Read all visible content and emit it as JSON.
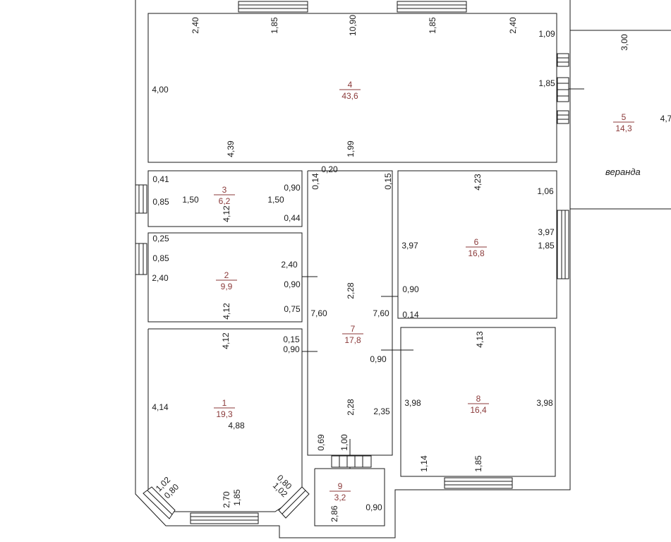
{
  "rooms": [
    {
      "id": "4",
      "number": "4",
      "area": "43,6"
    },
    {
      "id": "3",
      "number": "3",
      "area": "6,2"
    },
    {
      "id": "2",
      "number": "2",
      "area": "9,9"
    },
    {
      "id": "1",
      "number": "1",
      "area": "19,3"
    },
    {
      "id": "7",
      "number": "7",
      "area": "17,8"
    },
    {
      "id": "6",
      "number": "6",
      "area": "16,8"
    },
    {
      "id": "8",
      "number": "8",
      "area": "16,4"
    },
    {
      "id": "9",
      "number": "9",
      "area": "3,2"
    },
    {
      "id": "5",
      "number": "5",
      "area": "14,3"
    }
  ],
  "labels": {
    "veranda": "веранда"
  },
  "dims": [
    {
      "key": "r4-top-a",
      "text": "2,40",
      "rot": -90
    },
    {
      "key": "r4-top-b",
      "text": "1,85",
      "rot": -90
    },
    {
      "key": "r4-top-c",
      "text": "10,90",
      "rot": -90
    },
    {
      "key": "r4-top-d",
      "text": "1,85",
      "rot": -90
    },
    {
      "key": "r4-top-e",
      "text": "2,40",
      "rot": -90
    },
    {
      "key": "r4-right-top",
      "text": "1,09",
      "rot": 0
    },
    {
      "key": "r4-left",
      "text": "4,00",
      "rot": 0
    },
    {
      "key": "r4-right-win",
      "text": "1,85",
      "rot": 0
    },
    {
      "key": "r4-bot-a",
      "text": "4,39",
      "rot": -90
    },
    {
      "key": "r4-bot-b",
      "text": "1,99",
      "rot": -90
    },
    {
      "key": "veranda-top",
      "text": "3,00",
      "rot": -90
    },
    {
      "key": "veranda-right",
      "text": "4,7",
      "rot": 0
    },
    {
      "key": "hall-020",
      "text": "0,20",
      "rot": 0
    },
    {
      "key": "hall-014a",
      "text": "0,14",
      "rot": -90
    },
    {
      "key": "hall-015",
      "text": "0,15",
      "rot": -90
    },
    {
      "key": "r3-041",
      "text": "0,41",
      "rot": 0
    },
    {
      "key": "r3-085",
      "text": "0,85",
      "rot": 0
    },
    {
      "key": "r3-150a",
      "text": "1,50",
      "rot": 0
    },
    {
      "key": "r3-412",
      "text": "4,12",
      "rot": -90
    },
    {
      "key": "r3-150b",
      "text": "1,50",
      "rot": 0
    },
    {
      "key": "r3-090",
      "text": "0,90",
      "rot": 0
    },
    {
      "key": "r3-044",
      "text": "0,44",
      "rot": 0
    },
    {
      "key": "r6-423",
      "text": "4,23",
      "rot": -90
    },
    {
      "key": "r6-106",
      "text": "1,06",
      "rot": 0
    },
    {
      "key": "r6-397a",
      "text": "3,97",
      "rot": 0
    },
    {
      "key": "r6-397b",
      "text": "3,97",
      "rot": 0
    },
    {
      "key": "r6-185",
      "text": "1,85",
      "rot": 0
    },
    {
      "key": "r2-025",
      "text": "0,25",
      "rot": 0
    },
    {
      "key": "r2-085",
      "text": "0,85",
      "rot": 0
    },
    {
      "key": "r2-240a",
      "text": "2,40",
      "rot": 0
    },
    {
      "key": "r2-240b",
      "text": "2,40",
      "rot": 0
    },
    {
      "key": "r2-090",
      "text": "0,90",
      "rot": 0
    },
    {
      "key": "r2-412",
      "text": "4,12",
      "rot": -90
    },
    {
      "key": "r2-075",
      "text": "0,75",
      "rot": 0
    },
    {
      "key": "hall-228a",
      "text": "2,28",
      "rot": -90
    },
    {
      "key": "hall-760a",
      "text": "7,60",
      "rot": 0
    },
    {
      "key": "hall-760b",
      "text": "7,60",
      "rot": 0
    },
    {
      "key": "hall-090a",
      "text": "0,90",
      "rot": 0
    },
    {
      "key": "hall-014b",
      "text": "0,14",
      "rot": 0
    },
    {
      "key": "r1-412",
      "text": "4,12",
      "rot": -90
    },
    {
      "key": "r1-015",
      "text": "0,15",
      "rot": 0
    },
    {
      "key": "r1-090",
      "text": "0,90",
      "rot": 0
    },
    {
      "key": "r8-413",
      "text": "4,13",
      "rot": -90
    },
    {
      "key": "hall-090b",
      "text": "0,90",
      "rot": 0
    },
    {
      "key": "r1-414",
      "text": "4,14",
      "rot": 0
    },
    {
      "key": "r1-488",
      "text": "4,88",
      "rot": 0
    },
    {
      "key": "r8-398a",
      "text": "3,98",
      "rot": 0
    },
    {
      "key": "r8-398b",
      "text": "3,98",
      "rot": 0
    },
    {
      "key": "hall-228b",
      "text": "2,28",
      "rot": -90
    },
    {
      "key": "hall-235",
      "text": "2,35",
      "rot": 0
    },
    {
      "key": "hall-069",
      "text": "0,69",
      "rot": -90
    },
    {
      "key": "hall-100",
      "text": "1,00",
      "rot": -90
    },
    {
      "key": "r8-114",
      "text": "1,14",
      "rot": -90
    },
    {
      "key": "r8-185",
      "text": "1,85",
      "rot": -90
    },
    {
      "key": "r1-102a",
      "text": "1,02",
      "rot": -45
    },
    {
      "key": "r1-080a",
      "text": "0,80",
      "rot": -45
    },
    {
      "key": "r1-270",
      "text": "2,70",
      "rot": -90
    },
    {
      "key": "r1-185",
      "text": "1,85",
      "rot": -90
    },
    {
      "key": "r1-080b",
      "text": "0,80",
      "rot": 45
    },
    {
      "key": "r1-102b",
      "text": "1,02",
      "rot": 45
    },
    {
      "key": "r9-286",
      "text": "2,86",
      "rot": -90
    },
    {
      "key": "r9-090",
      "text": "0,90",
      "rot": 0
    }
  ]
}
